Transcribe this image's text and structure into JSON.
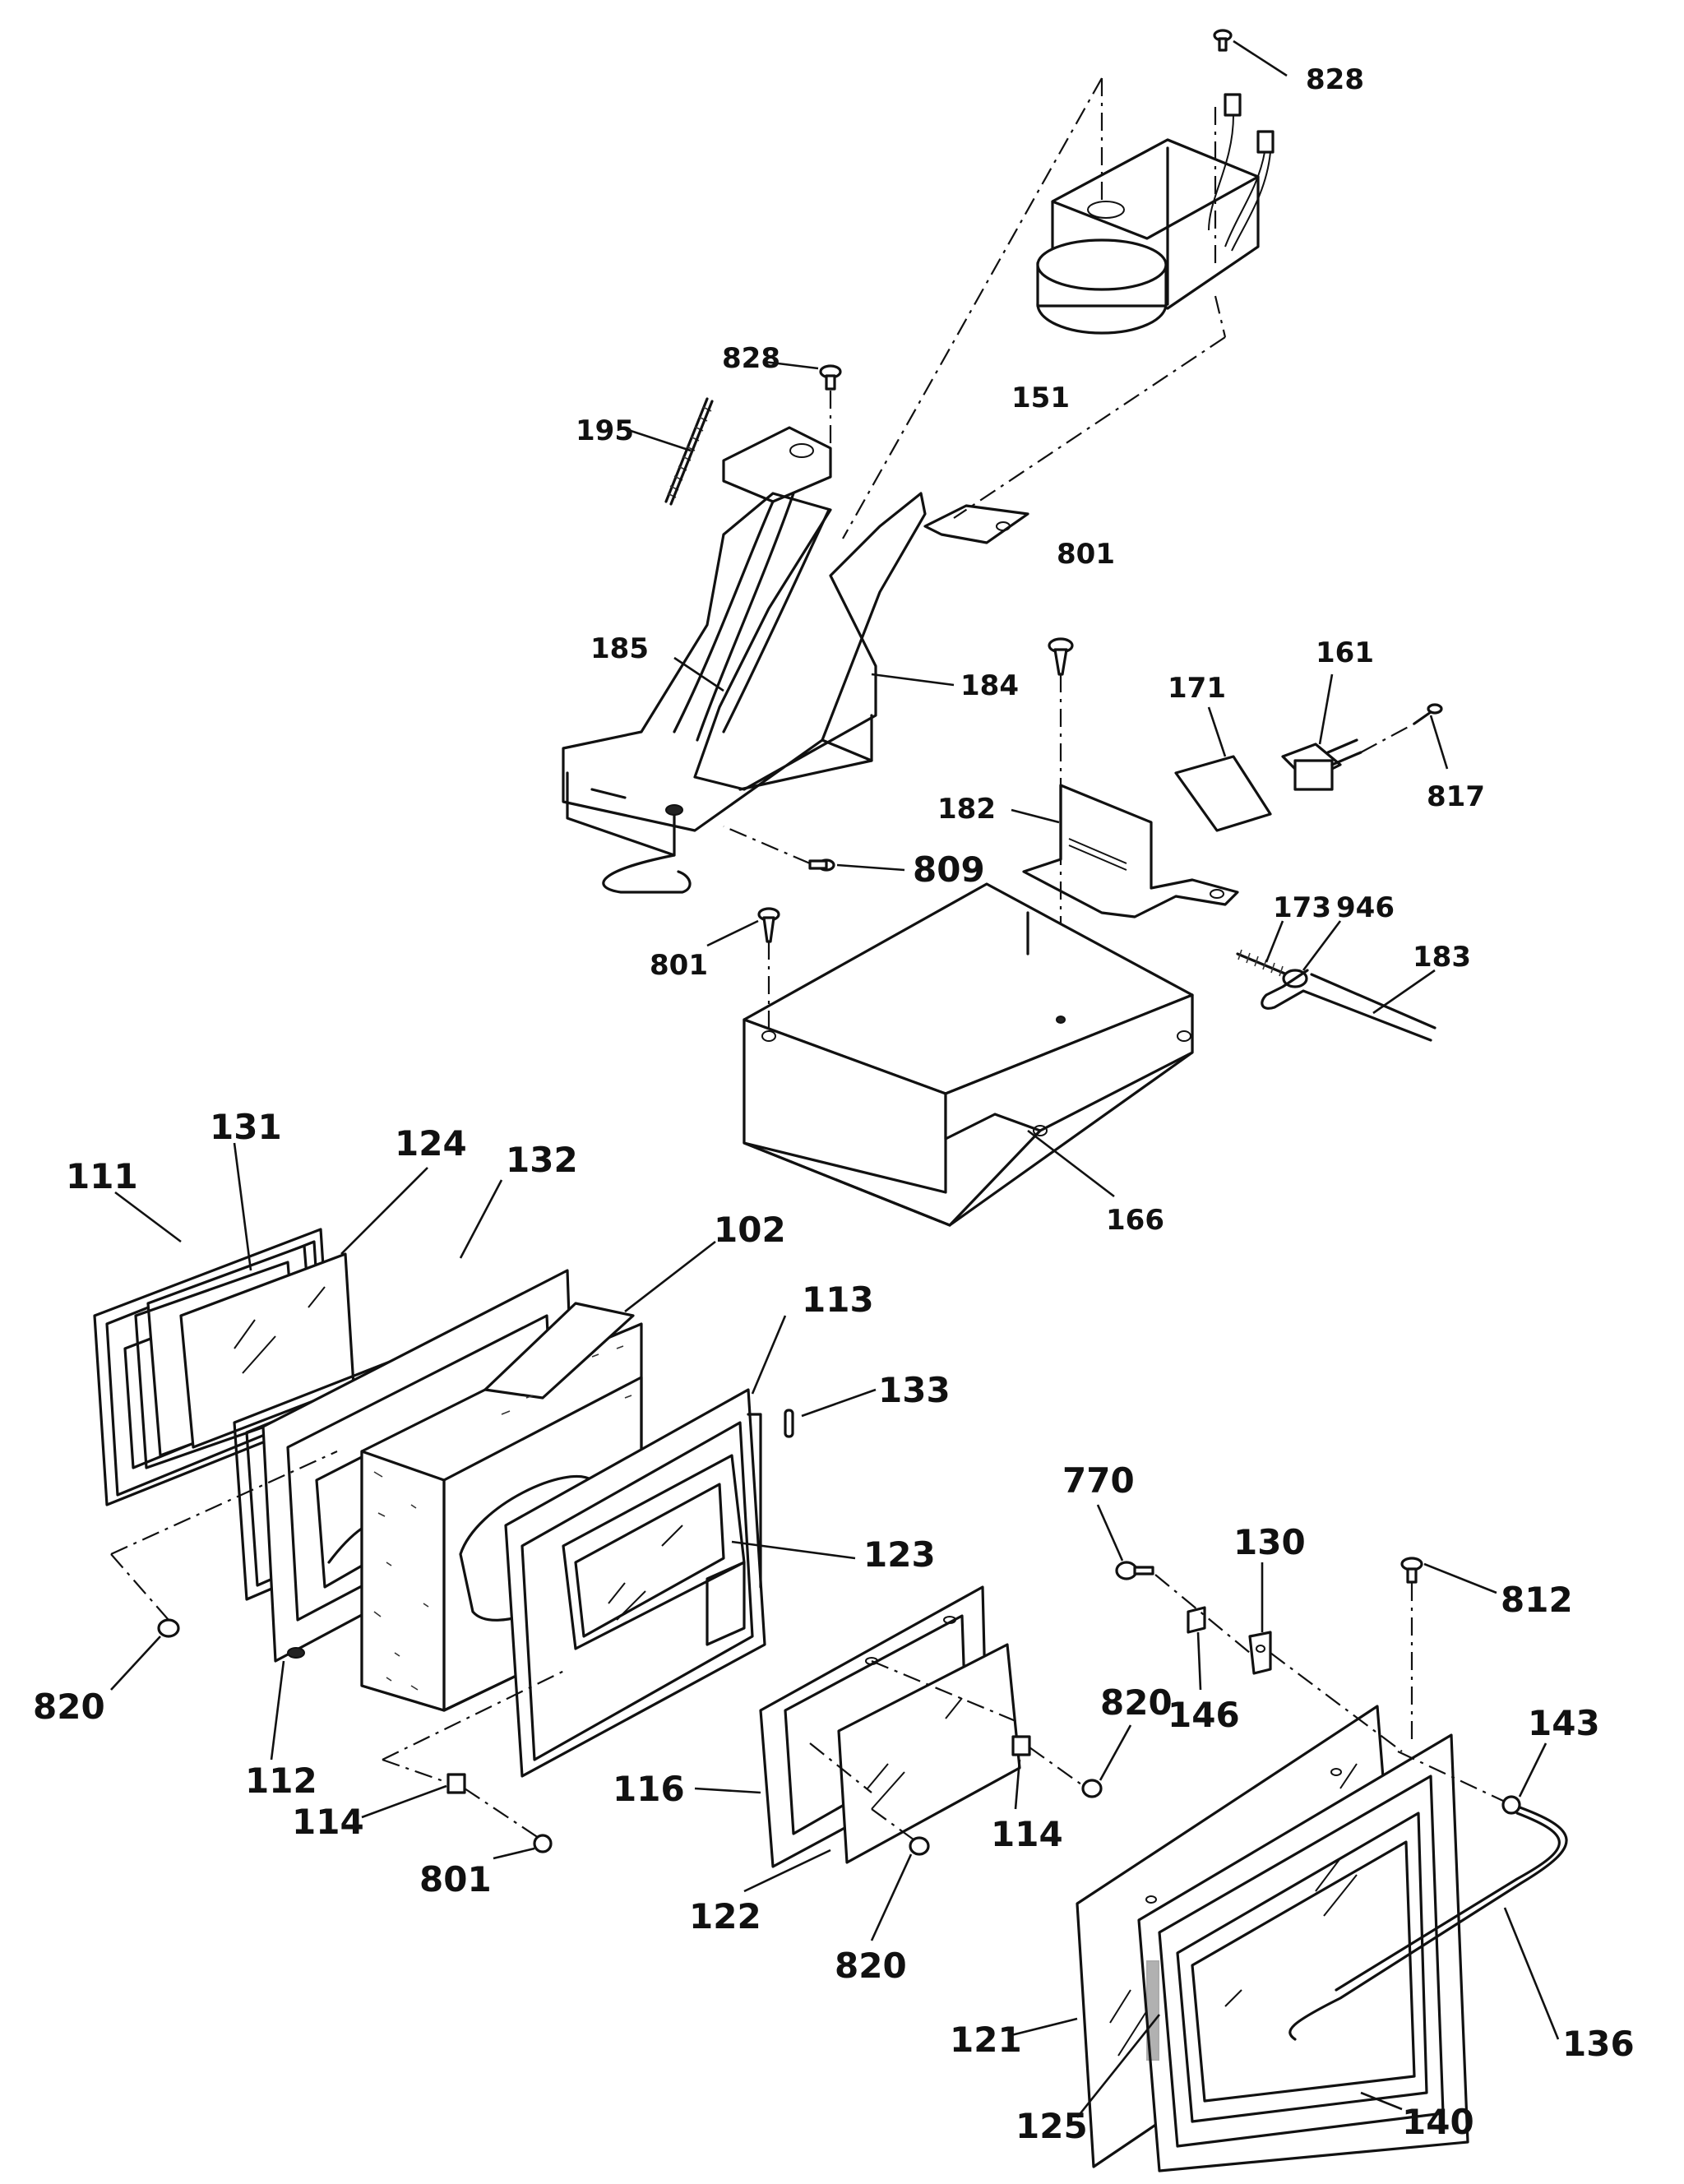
{
  "labels": {
    "p828a": "828",
    "p828b": "828",
    "p151": "151",
    "p195": "195",
    "p801a": "801",
    "p801b": "801",
    "p801c": "801",
    "p185": "185",
    "p184": "184",
    "p809": "809",
    "p171": "171",
    "p161": "161",
    "p817": "817",
    "p182": "182",
    "p173": "173",
    "p946": "946",
    "p183": "183",
    "p166": "166",
    "p131": "131",
    "p124": "124",
    "p132": "132",
    "p111": "111",
    "p102": "102",
    "p113": "113",
    "p133": "133",
    "p123": "123",
    "p820a": "820",
    "p820b": "820",
    "p820c": "820",
    "p112": "112",
    "p114a": "114",
    "p114b": "114",
    "p116": "116",
    "p122": "122",
    "p770": "770",
    "p130": "130",
    "p812": "812",
    "p146": "146",
    "p143": "143",
    "p136": "136",
    "p121": "121",
    "p125": "125",
    "p140": "140"
  }
}
